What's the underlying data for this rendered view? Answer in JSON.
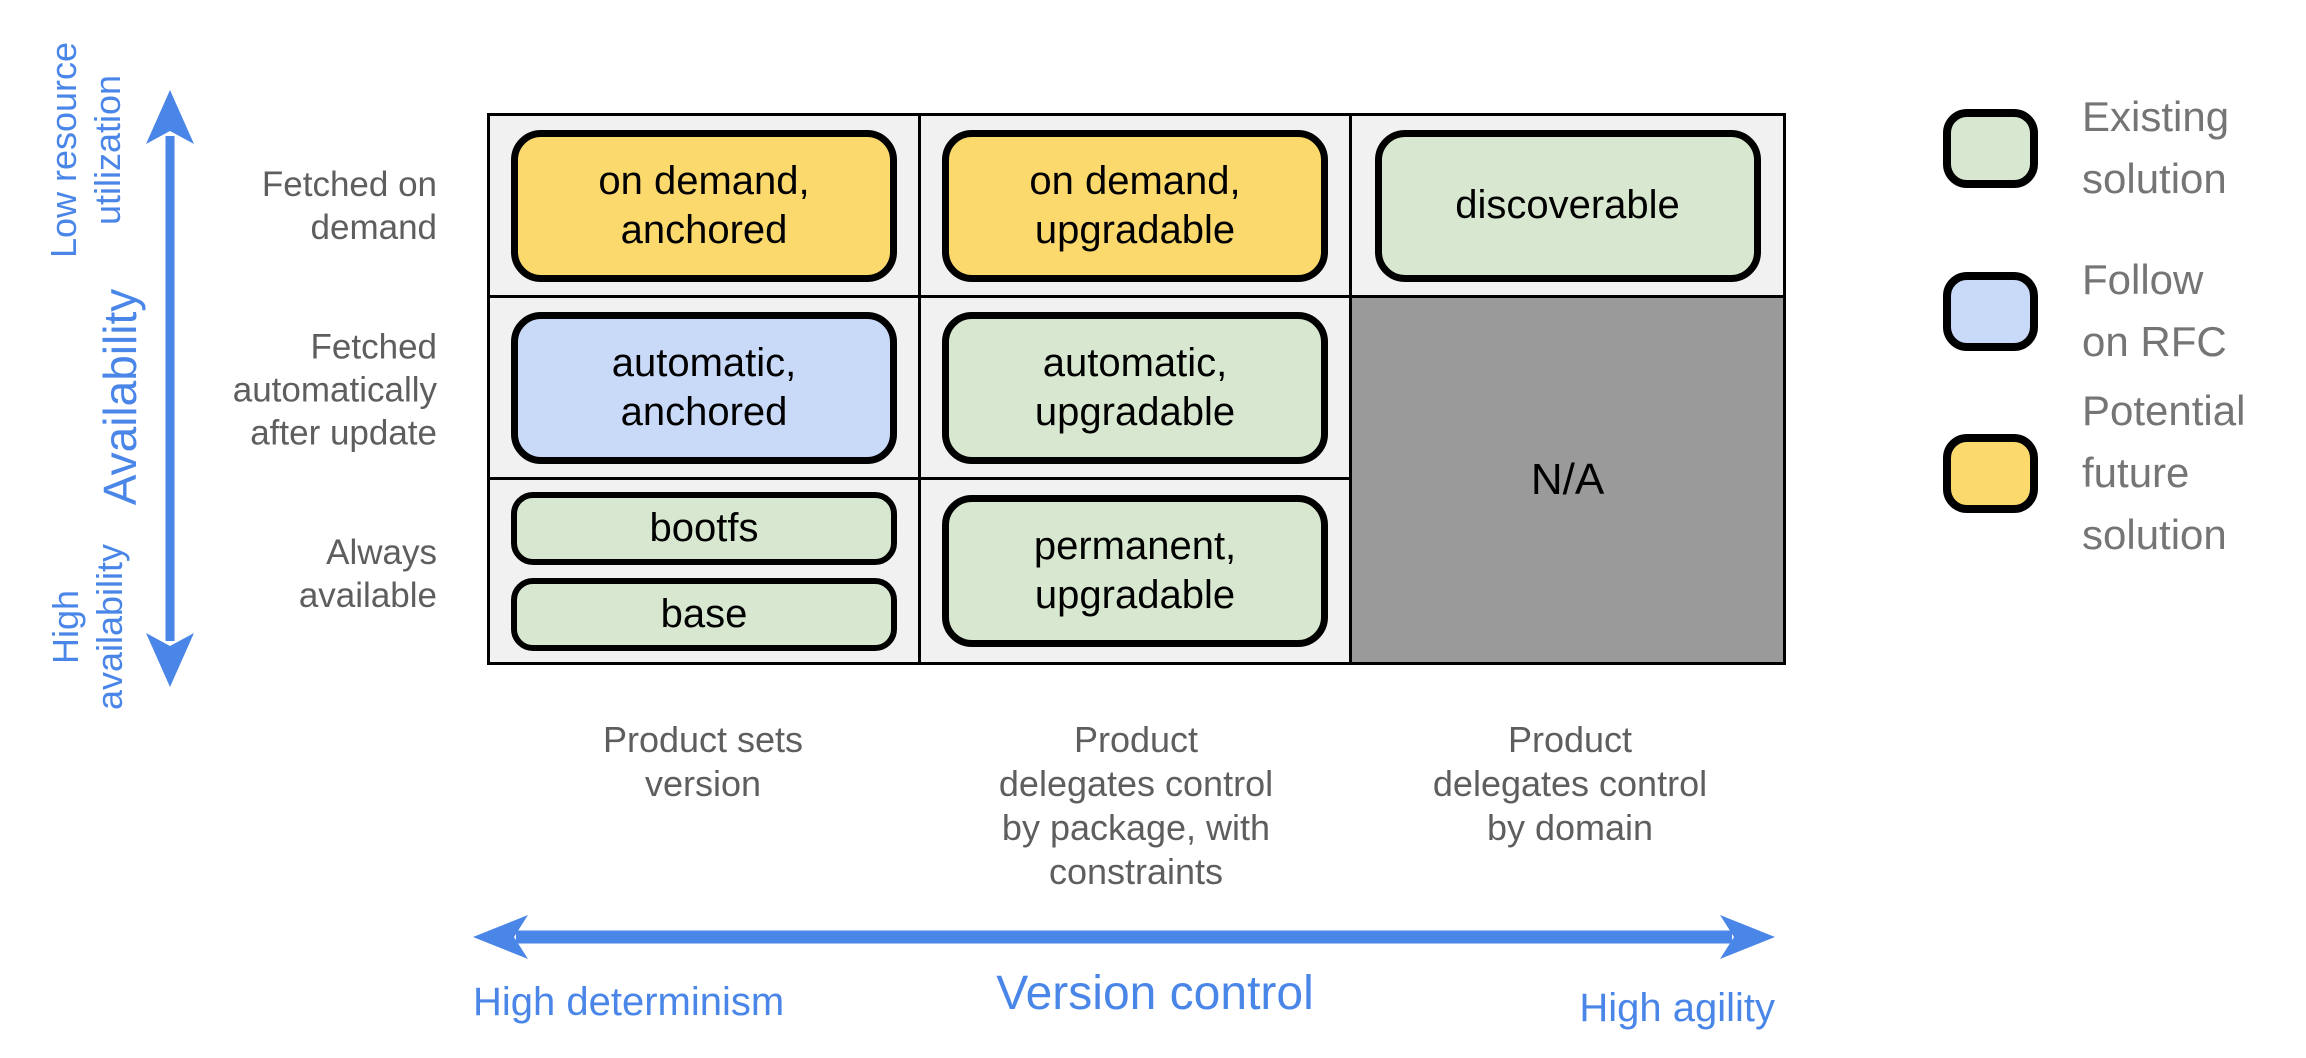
{
  "colors": {
    "axis_blue": "#4a86e8",
    "label_gray": "#5e5e5e",
    "legend_text_gray": "#757575",
    "cell_background": "#f1f1f1",
    "na_gray": "#9a9a9a",
    "existing_green": "#d8e8d0",
    "rfc_blue": "#c9daf8",
    "future_yellow": "#fbd96d",
    "border_black": "#000000"
  },
  "y_axis": {
    "top_label": "Low resource\nutilization",
    "title": "Availability",
    "bottom_label": "High\navailability"
  },
  "x_axis": {
    "left_label": "High determinism",
    "title": "Version control",
    "right_label": "High agility"
  },
  "matrix": {
    "row_labels": [
      "Fetched on\ndemand",
      "Fetched\nautomatically\nafter update",
      "Always\navailable"
    ],
    "column_labels": [
      "Product sets\nversion",
      "Product\ndelegates control\nby package, with\nconstraints",
      "Product\ndelegates control\nby domain"
    ],
    "cells": {
      "on_demand_anchored": "on demand,\nanchored",
      "on_demand_upgradable": "on demand,\nupgradable",
      "discoverable": "discoverable",
      "automatic_anchored": "automatic,\nanchored",
      "automatic_upgradable": "automatic,\nupgradable",
      "bootfs": "bootfs",
      "base": "base",
      "permanent_upgradable": "permanent,\nupgradable",
      "na": "N/A"
    }
  },
  "legend": {
    "existing": "Existing\nsolution",
    "rfc": "Follow\non RFC",
    "future": "Potential\nfuture\nsolution"
  }
}
